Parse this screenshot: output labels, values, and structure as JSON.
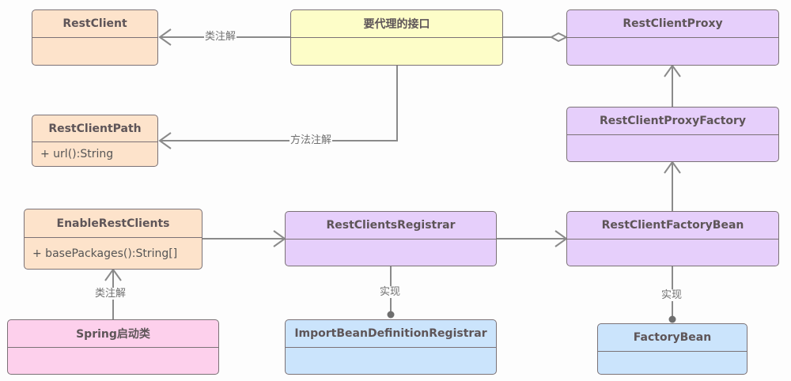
{
  "classes": {
    "rest_client": {
      "name": "RestClient",
      "members": ""
    },
    "proxied_interface": {
      "name": "要代理的接口",
      "members": ""
    },
    "rest_client_proxy": {
      "name": "RestClientProxy",
      "members": ""
    },
    "rest_client_path": {
      "name": "RestClientPath",
      "members": "+ url():String"
    },
    "rest_client_proxy_factory": {
      "name": "RestClientProxyFactory",
      "members": ""
    },
    "enable_rest_clients": {
      "name": "EnableRestClients",
      "members": "+ basePackages():String[]"
    },
    "rest_clients_registrar": {
      "name": "RestClientsRegistrar",
      "members": ""
    },
    "rest_client_factory_bean": {
      "name": "RestClientFactoryBean",
      "members": ""
    },
    "spring_boot_class": {
      "name": "Spring启动类",
      "members": ""
    },
    "import_bean_definition_registrar": {
      "name": "ImportBeanDefinitionRegistrar",
      "members": ""
    },
    "factory_bean": {
      "name": "FactoryBean",
      "members": ""
    }
  },
  "relations": {
    "class_annotation_top": "类注解",
    "method_annotation": "方法注解",
    "class_annotation_bottom": "类注解",
    "implements_registrar": "实现",
    "implements_factory_bean": "实现"
  },
  "colors": {
    "peach": "#fde3cb",
    "yellow": "#fdfdc8",
    "purple": "#e6cffb",
    "pink": "#fdd0ec",
    "blue": "#cbe4fc",
    "line": "#8a8a8a",
    "border": "#7b7276"
  }
}
